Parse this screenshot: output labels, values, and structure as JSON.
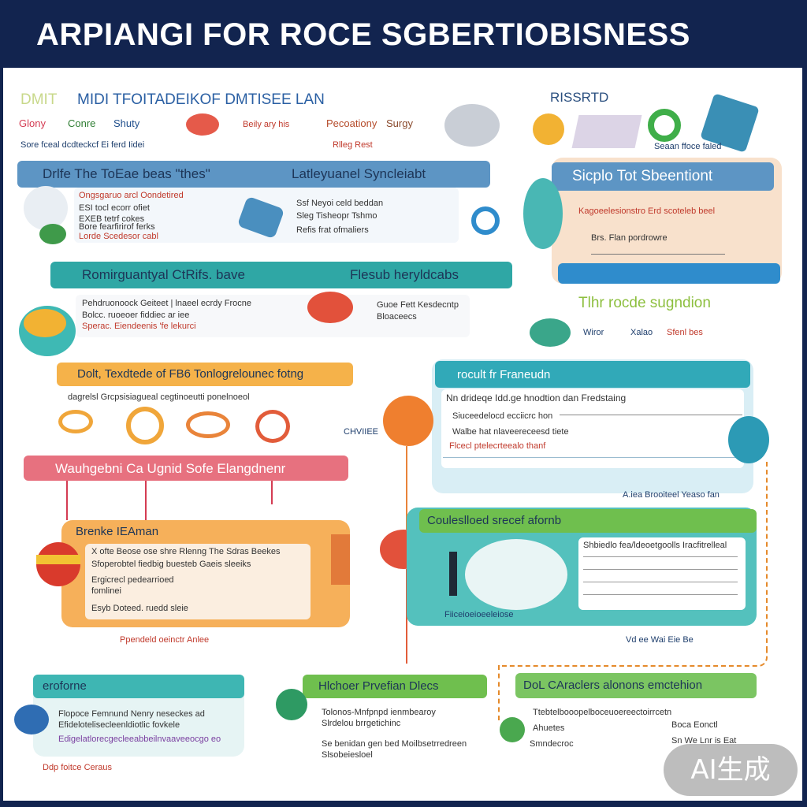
{
  "header": {
    "title": "ARPIANGI FOR ROCE SGBERTIOBISNESS"
  },
  "top": {
    "subtitle": "MIDI TFOITADEIKOF DMTISEE LAN",
    "subtitle_prefix": "DMIT",
    "tags": [
      "Glony",
      "Conre",
      "Shuty",
      "Beily ary his",
      "Pecoationy",
      "Surgy"
    ],
    "tiny_line": "Sore fceal dcdteckcf Ei ferd Iidei",
    "tiny_line_right": "Rlleg Rest",
    "right_label": "RISSRTD",
    "right_tiny": "Seaan ffoce faled"
  },
  "sections": {
    "s1": {
      "title": "Drlfe The ToEae beas \"thes\"",
      "title_right": "Latleyuanel Syncleiabt",
      "lines": [
        "Ongsgaruo arcl Oondetired",
        "ESI tocl ecorr ofiet",
        "EXEB tetrf cokes",
        "Bore fearfirirof ferks",
        "Lorde Scedesor cabl"
      ],
      "lines_right": [
        "Ssf Neyoi celd beddan",
        "Sleg Tisheopr Tshmo",
        "Refis frat ofmaliers"
      ]
    },
    "s2": {
      "title": "Romirguantyal CtRifs. bave",
      "title_right": "Flesub heryldcabs",
      "lines": [
        "Pehdruonoock Geiteet | lnaeel ecrdy Frocne",
        "Bolcc. ruoeoer fiddiec ar iee",
        "Sperac. Eiendeenis 'fe lekurci"
      ],
      "lines_right": [
        "Guoe Fett Kesdecntp",
        "Bloaceecs"
      ]
    },
    "s3": {
      "title": "Dolt, Texdtede of FB6 Tonlogrelounec fotng",
      "line": "dagrelsl Grcpsisiagueal cegtinoeutti ponelnoeol"
    },
    "s4": {
      "title": "Sicplo Tot Sbeentiont",
      "lines": [
        "Kagoeelesionstro Erd scoteleb beel",
        "Brs. Flan pordrowre"
      ]
    },
    "s5": {
      "title": "Tlhr rocde sugndion",
      "tiny": [
        "Wiror",
        "Xalao",
        "Sfenl bes"
      ]
    },
    "s6": {
      "title": "rocult fr Franeudn",
      "lines": [
        "Nn drideqe Idd.ge hnodtion dan Fredstaing",
        "Siuceedelocd ecciicrc hon",
        "Walbe hat nlaveereceesd tiete",
        "Flcecl ptelecrteealo thanf"
      ],
      "footer": "A.iea Brooiteel Yeaso fan"
    },
    "s7": {
      "title": "Wauhgebni Ca Ugnid Sofe Elangdnenr"
    },
    "s8": {
      "title": "Brenke IEAman",
      "lines": [
        "X ofte Beose ose shre Rlenng The Sdras Beekes",
        "Sfoperobtel fiedbig buesteb Gaeis sleeiks",
        "Ergicrecl pedearrioed",
        "fomlinei",
        "Esyb Doteed. ruedd sleie"
      ],
      "footer": "Ppendeld oeinctr Anlee"
    },
    "s9": {
      "title": "Couleslloed srecef afornb",
      "lines": [
        "Shbiedlo fea/ldeoetgoolls Iracfitrelleal",
        "Fiiceioeioeeleiose"
      ],
      "footer": "Vd ee Wai Eie Be"
    },
    "s10": {
      "title": "eroforne",
      "lines": [
        "Flopoce Femnund Nenry neseckes ad",
        "Efidelotelisecleenldiotlic fovkele",
        "Edigelatlorecgecleeabbeilnvaaveeocgo eo"
      ],
      "footer": "Ddp foitce Ceraus"
    },
    "s11": {
      "title": "Hlchoer Prvefian Dlecs",
      "lines": [
        "Tolonos-Mnfpnpd ienmbearoy",
        "Slrdelou brrgetichinc",
        "Se benidan gen bed Moilbsetrredreen",
        "Slsobeiesloel"
      ]
    },
    "s12": {
      "title": "DoL CAraclers alonons emctehion",
      "lines": [
        "Ttebtelbooopelboceuoereectoirrcetn",
        "Ahuetes",
        "Smndecroc"
      ],
      "tiny": [
        "Boca Eonctl",
        "Sn We Lnr is Eat"
      ]
    }
  },
  "side_label": "CHVIIEE",
  "watermark": "AI生成"
}
